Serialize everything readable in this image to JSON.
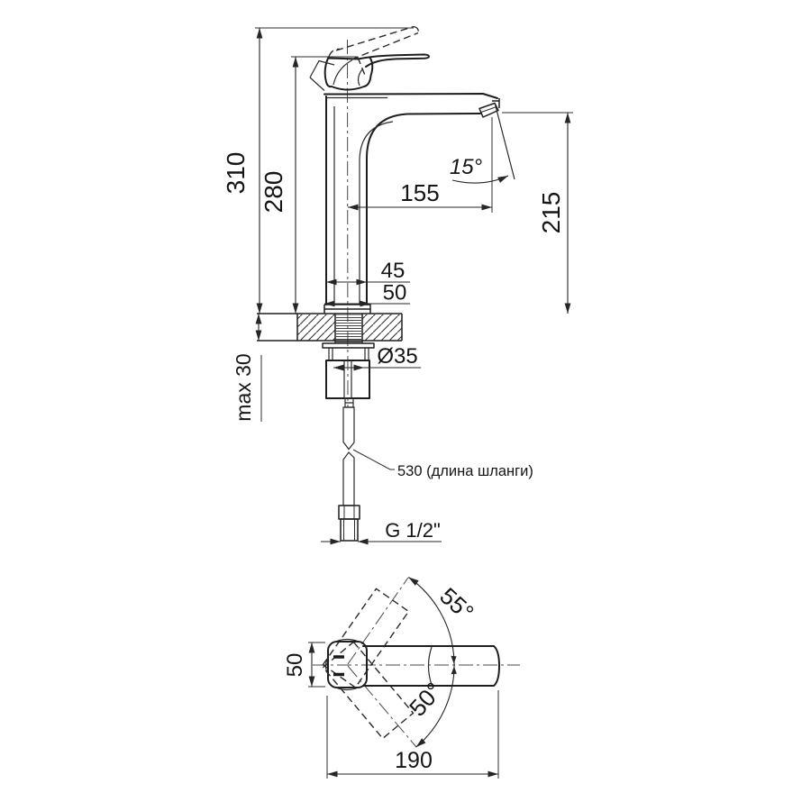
{
  "drawing": {
    "side": {
      "total_height": "310",
      "body_height": "280",
      "stream_angle": "15°",
      "spout_reach": "155",
      "outlet_height": "215",
      "column_width": "45",
      "base_width": "50",
      "shank_diameter": "Ø35",
      "deck_thickness": "max 30",
      "hose_length": "530 (длина шланги)",
      "thread": "G 1/2\""
    },
    "top": {
      "swing_up": "55°",
      "swing_down": "50°",
      "body_depth": "50",
      "overall_length": "190"
    }
  }
}
